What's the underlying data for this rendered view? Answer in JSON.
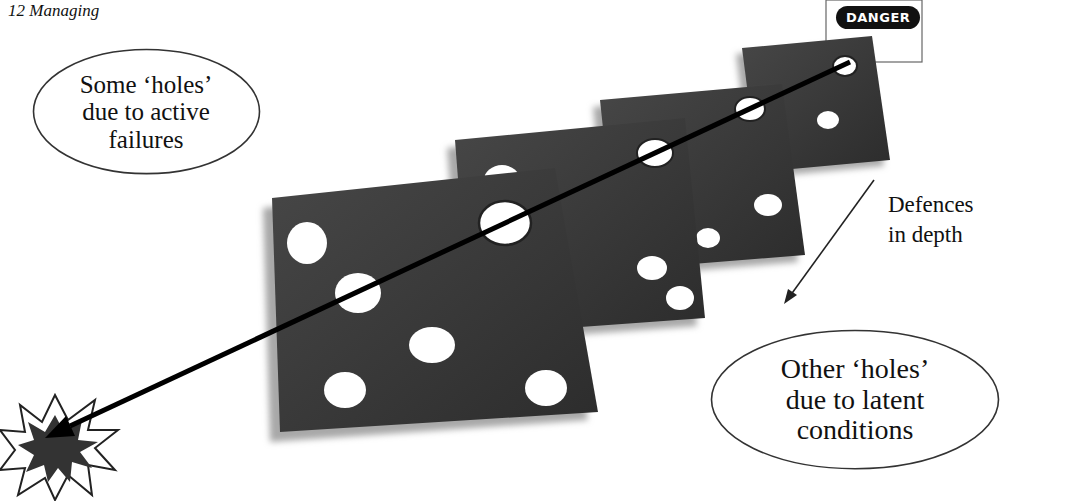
{
  "diagram": {
    "nodes": [
      {
        "text": [
          "Some ‘holes’ due to active failures"
        ]
      },
      {
        "text": [
          "DANGER"
        ]
      },
      {
        "text": [
          "Other ‘holes’ due to latent conditions"
        ]
      }
    ],
    "labels": [
      "12 Managing",
      "Defences in depth"
    ]
  }
}
